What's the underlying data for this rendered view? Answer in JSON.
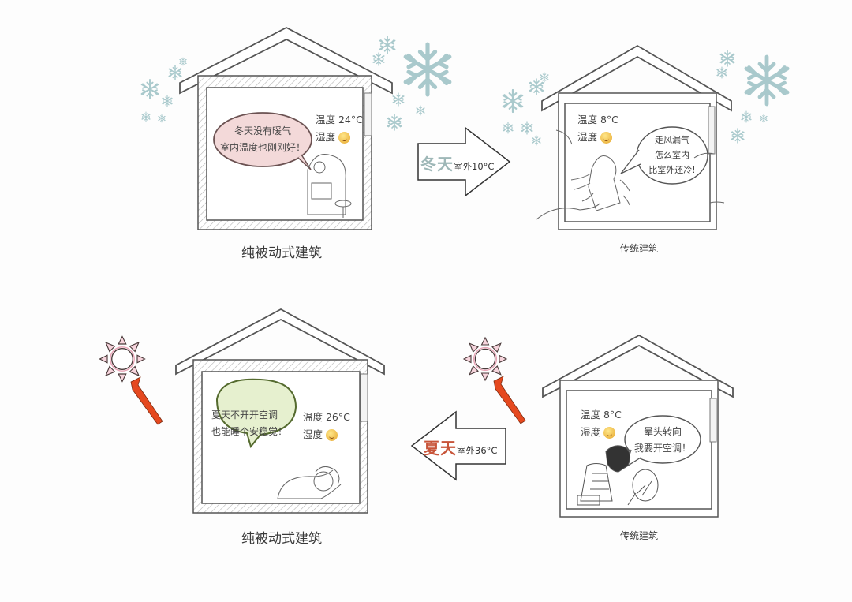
{
  "panels": {
    "winter_passive": {
      "caption": "纯被动式建筑",
      "temperature_label": "温度 24°C",
      "humidity_label": "湿度",
      "humidity_icon": "smiley-face-icon",
      "bubble_lines": [
        "冬天没有暖气",
        "室内温度也刚刚好！"
      ],
      "bubble_color": "#f3d9d9"
    },
    "winter_traditional": {
      "caption": "传统建筑",
      "temperature_label": "温度 8°C",
      "humidity_label": "湿度",
      "humidity_icon": "smiley-face-icon",
      "bubble_lines": [
        "走风漏气",
        "怎么室内",
        "比室外还冷!"
      ]
    },
    "summer_passive": {
      "caption": "纯被动式建筑",
      "temperature_label": "温度 26°C",
      "humidity_label": "湿度",
      "humidity_icon": "laughing-face-icon",
      "bubble_lines": [
        "夏天不开开空调",
        "也能睡个安稳觉！"
      ],
      "bubble_color": "#e6f0cf"
    },
    "summer_traditional": {
      "caption": "传统建筑",
      "temperature_label": "温度 8°C",
      "humidity_label": "湿度",
      "humidity_icon": "smiley-face-icon",
      "bubble_lines": [
        "晕头转向",
        "我要开空调！"
      ]
    }
  },
  "arrows": {
    "winter": {
      "season": "冬天",
      "outside": "室外10°C",
      "direction": "right",
      "season_color": "#9fb8b8"
    },
    "summer": {
      "season": "夏天",
      "outside": "室外36°C",
      "direction": "left",
      "season_color": "#c8553a"
    }
  },
  "decorations": {
    "snowflake_color": "#a9c9cc",
    "sun_color": "#c0506a",
    "ray_color": "#e5491f"
  }
}
